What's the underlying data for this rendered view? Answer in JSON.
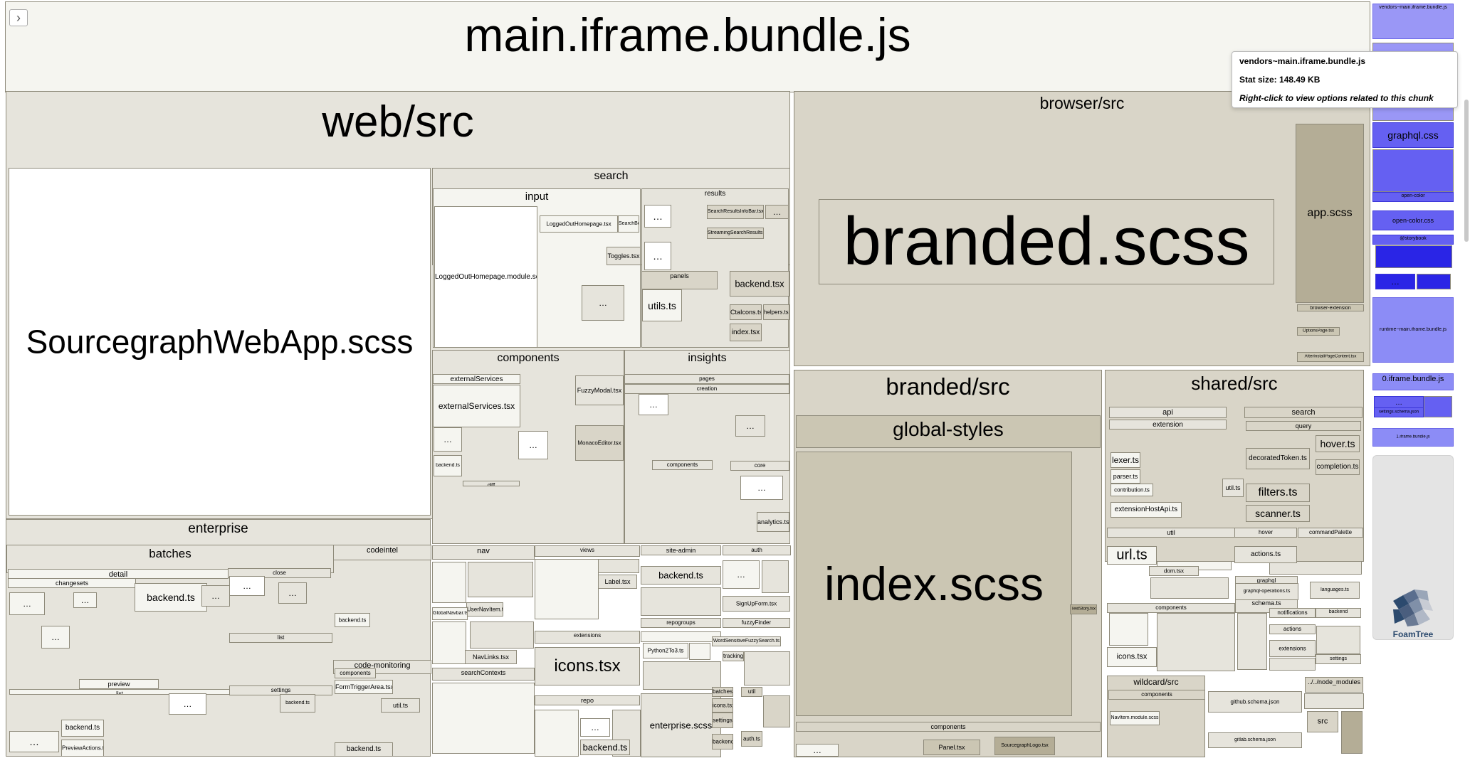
{
  "page": {
    "toggle_symbol": "›",
    "foamtree_label": "FoamTree"
  },
  "colors": {
    "root": "#f5f5f0",
    "tan1": "#e6e4dc",
    "tan2": "#d9d5c8",
    "tan3": "#cbc6b3",
    "tan4": "#b4ad96",
    "white": "#ffffff",
    "vendor_light": "#9a97f6",
    "vendor": "#6560f2",
    "vendor_dark": "#2a25e6",
    "runtime": "#8c8cf6"
  },
  "tooltip": {
    "title": "vendors~main.iframe.bundle.js",
    "size": "Stat size: 148.49 KB",
    "hint": "Right-click to view options related to this chunk"
  },
  "treemap": [
    {
      "label": "main.iframe.bundle.js",
      "pos": "t",
      "fs": 66,
      "bg": "root"
    },
    {
      "label": "web/src",
      "pos": "t",
      "fs": 62,
      "bg": "tan1"
    },
    {
      "label": "SourcegraphWebApp.scss",
      "pos": "c",
      "fs": 46,
      "bg": "white"
    },
    {
      "label": "search",
      "pos": "t",
      "fs": 16,
      "bg": "tan1"
    },
    {
      "label": "input",
      "pos": "t",
      "fs": 15,
      "bg": "root"
    },
    {
      "label": "LoggedOutHomepage.module.scss",
      "pos": "c",
      "fs": 10,
      "bg": "white"
    },
    {
      "label": "LoggedOutHomepage.tsx",
      "pos": "c",
      "fs": 8,
      "bg": "root"
    },
    {
      "label": "SearchBox.module.scss",
      "pos": "c",
      "fs": 7,
      "bg": "root"
    },
    {
      "label": "Toggles.tsx",
      "pos": "c",
      "fs": 9,
      "bg": "tan1"
    },
    {
      "label": "…",
      "pos": "c",
      "fs": 12,
      "bg": "tan1"
    },
    {
      "label": "results",
      "pos": "t",
      "fs": 10,
      "bg": "tan1"
    },
    {
      "label": "…",
      "pos": "c",
      "fs": 14,
      "bg": "white"
    },
    {
      "label": "SearchResultsInfoBar.tsx",
      "pos": "c",
      "fs": 7,
      "bg": "tan2"
    },
    {
      "label": "…",
      "pos": "c",
      "fs": 12,
      "bg": "tan2"
    },
    {
      "label": "StreamingSearchResults.tsx",
      "pos": "c",
      "fs": 7,
      "bg": "tan2"
    },
    {
      "label": "…",
      "pos": "c",
      "fs": 14,
      "bg": "white"
    },
    {
      "label": "panels",
      "pos": "t",
      "fs": 9,
      "bg": "tan2"
    },
    {
      "label": "utils.ts",
      "pos": "c",
      "fs": 14,
      "bg": "root"
    },
    {
      "label": "backend.tsx",
      "pos": "c",
      "fs": 13,
      "bg": "tan2"
    },
    {
      "label": "CtaIcons.tsx",
      "pos": "c",
      "fs": 9,
      "bg": "tan2"
    },
    {
      "label": "helpers.tsx",
      "pos": "c",
      "fs": 8,
      "bg": "tan2"
    },
    {
      "label": "index.tsx",
      "pos": "c",
      "fs": 10,
      "bg": "tan2"
    },
    {
      "label": "components",
      "pos": "t",
      "fs": 16,
      "bg": "tan1"
    },
    {
      "label": "externalServices",
      "pos": "t",
      "fs": 10,
      "bg": "root"
    },
    {
      "label": "externalServices.tsx",
      "pos": "c",
      "fs": 12,
      "bg": "root"
    },
    {
      "label": "…",
      "pos": "c",
      "fs": 12,
      "bg": "root"
    },
    {
      "label": "backend.ts",
      "pos": "c",
      "fs": 7,
      "bg": "root"
    },
    {
      "label": "FuzzyModal.tsx",
      "pos": "c",
      "fs": 9,
      "bg": "tan1"
    },
    {
      "label": "MonacoEditor.tsx",
      "pos": "c",
      "fs": 8,
      "bg": "tan2"
    },
    {
      "label": "…",
      "pos": "c",
      "fs": 12,
      "bg": "white"
    },
    {
      "label": "diff",
      "pos": "t",
      "fs": 8,
      "bg": "tan1"
    },
    {
      "label": "insights",
      "pos": "t",
      "fs": 16,
      "bg": "tan1"
    },
    {
      "label": "pages",
      "pos": "t",
      "fs": 8,
      "bg": "tan1"
    },
    {
      "label": "creation",
      "pos": "t",
      "fs": 8,
      "bg": "tan1"
    },
    {
      "label": "…",
      "pos": "c",
      "fs": 12,
      "bg": "white"
    },
    {
      "label": "…",
      "pos": "c",
      "fs": 12,
      "bg": "tan1"
    },
    {
      "label": "components",
      "pos": "t",
      "fs": 8,
      "bg": "tan1"
    },
    {
      "label": "core",
      "pos": "t",
      "fs": 8,
      "bg": "tan1"
    },
    {
      "label": "analytics.ts",
      "pos": "c",
      "fs": 9,
      "bg": "tan1"
    },
    {
      "label": "…",
      "pos": "c",
      "fs": 12,
      "bg": "white"
    },
    {
      "label": "enterprise",
      "pos": "t",
      "fs": 19,
      "bg": "tan1"
    },
    {
      "label": "batches",
      "pos": "t",
      "fs": 17,
      "bg": "tan1"
    },
    {
      "label": "detail",
      "pos": "t",
      "fs": 11,
      "bg": "root"
    },
    {
      "label": "changesets",
      "pos": "t",
      "fs": 9,
      "bg": "root"
    },
    {
      "label": "…",
      "pos": "c",
      "fs": 12,
      "bg": "root"
    },
    {
      "label": "…",
      "pos": "c",
      "fs": 12,
      "bg": "root"
    },
    {
      "label": "…",
      "pos": "c",
      "fs": 12,
      "bg": "root"
    },
    {
      "label": "backend.ts",
      "pos": "c",
      "fs": 14,
      "bg": "root"
    },
    {
      "label": "…",
      "pos": "c",
      "fs": 12,
      "bg": "tan1"
    },
    {
      "label": "close",
      "pos": "t",
      "fs": 8,
      "bg": "tan1"
    },
    {
      "label": "…",
      "pos": "c",
      "fs": 12,
      "bg": "white"
    },
    {
      "label": "…",
      "pos": "c",
      "fs": 12,
      "bg": "tan1"
    },
    {
      "label": "list",
      "pos": "t",
      "fs": 8,
      "bg": "tan1"
    },
    {
      "label": "preview",
      "pos": "t",
      "fs": 9,
      "bg": "root"
    },
    {
      "label": "list",
      "pos": "t",
      "fs": 8,
      "bg": "root"
    },
    {
      "label": "…",
      "pos": "c",
      "fs": 14,
      "bg": "root"
    },
    {
      "label": "backend.ts",
      "pos": "c",
      "fs": 10,
      "bg": "root"
    },
    {
      "label": "PreviewActions.tsx",
      "pos": "c",
      "fs": 8,
      "bg": "root"
    },
    {
      "label": "…",
      "pos": "c",
      "fs": 12,
      "bg": "white"
    },
    {
      "label": "settings",
      "pos": "t",
      "fs": 8,
      "bg": "tan1"
    },
    {
      "label": "backend.ts",
      "pos": "c",
      "fs": 7,
      "bg": "tan1"
    },
    {
      "label": "codeintel",
      "pos": "t",
      "fs": 11,
      "bg": "tan1"
    },
    {
      "label": "backend.ts",
      "pos": "c",
      "fs": 8,
      "bg": "root"
    },
    {
      "label": "code-monitoring",
      "pos": "t",
      "fs": 11,
      "bg": "tan1"
    },
    {
      "label": "components",
      "pos": "t",
      "fs": 8,
      "bg": "tan1"
    },
    {
      "label": "FormTriggerArea.tsx",
      "pos": "c",
      "fs": 9,
      "bg": "root"
    },
    {
      "label": "util.ts",
      "pos": "c",
      "fs": 9,
      "bg": "tan1"
    },
    {
      "label": "backend.ts",
      "pos": "c",
      "fs": 10,
      "bg": "tan1"
    },
    {
      "label": "nav",
      "pos": "t",
      "fs": 11,
      "bg": "tan1"
    },
    {
      "label": "UserNavItem.tsx",
      "pos": "c",
      "fs": 8,
      "bg": "tan1"
    },
    {
      "label": "NavLinks.tsx",
      "pos": "c",
      "fs": 9,
      "bg": "tan1"
    },
    {
      "label": "GlobalNavbar.tsx",
      "pos": "c",
      "fs": 7,
      "bg": "root"
    },
    {
      "label": "searchContexts",
      "pos": "t",
      "fs": 9,
      "bg": "tan1"
    },
    {
      "label": "views",
      "pos": "t",
      "fs": 8,
      "bg": "tan1"
    },
    {
      "label": "Label.tsx",
      "pos": "c",
      "fs": 9,
      "bg": "tan1"
    },
    {
      "label": "extensions",
      "pos": "t",
      "fs": 8,
      "bg": "tan1"
    },
    {
      "label": "icons.tsx",
      "pos": "c",
      "fs": 24,
      "bg": "tan1"
    },
    {
      "label": "repo",
      "pos": "t",
      "fs": 9,
      "bg": "tan1"
    },
    {
      "label": "…",
      "pos": "c",
      "fs": 12,
      "bg": "white"
    },
    {
      "label": "backend.ts",
      "pos": "c",
      "fs": 13,
      "bg": "tan1"
    },
    {
      "label": "site-admin",
      "pos": "t",
      "fs": 9,
      "bg": "tan1"
    },
    {
      "label": "backend.ts",
      "pos": "c",
      "fs": 13,
      "bg": "tan1"
    },
    {
      "label": "auth",
      "pos": "t",
      "fs": 8,
      "bg": "tan1"
    },
    {
      "label": "…",
      "pos": "c",
      "fs": 12,
      "bg": "root"
    },
    {
      "label": "SignUpForm.tsx",
      "pos": "c",
      "fs": 8,
      "bg": "tan1"
    },
    {
      "label": "repogroups",
      "pos": "t",
      "fs": 8,
      "bg": "tan1"
    },
    {
      "label": "Python2To3.ts",
      "pos": "c",
      "fs": 8,
      "bg": "root"
    },
    {
      "label": "fuzzyFinder",
      "pos": "t",
      "fs": 8,
      "bg": "tan1"
    },
    {
      "label": "WordSensitiveFuzzySearch.ts",
      "pos": "c",
      "fs": 7,
      "bg": "tan1"
    },
    {
      "label": "tracking",
      "pos": "t",
      "fs": 8,
      "bg": "tan1"
    },
    {
      "label": "enterprise.scss",
      "pos": "c",
      "fs": 13,
      "bg": "tan1"
    },
    {
      "label": "batches",
      "pos": "t",
      "fs": 8,
      "bg": "tan2"
    },
    {
      "label": "icons.tsx",
      "pos": "c",
      "fs": 8,
      "bg": "tan2"
    },
    {
      "label": "settings",
      "pos": "c",
      "fs": 8,
      "bg": "tan2"
    },
    {
      "label": "backend",
      "pos": "c",
      "fs": 8,
      "bg": "tan2"
    },
    {
      "label": "util",
      "pos": "t",
      "fs": 8,
      "bg": "tan2"
    },
    {
      "label": "auth.ts",
      "pos": "c",
      "fs": 8,
      "bg": "tan2"
    },
    {
      "label": "browser/src",
      "pos": "t",
      "fs": 23,
      "bg": "tan2"
    },
    {
      "label": "branded.scss",
      "pos": "c",
      "fs": 96,
      "bg": "tan2"
    },
    {
      "label": "app.scss",
      "pos": "c",
      "fs": 16,
      "bg": "tan4"
    },
    {
      "label": "browser-extension",
      "pos": "t",
      "fs": 7,
      "bg": "tan3"
    },
    {
      "label": "OptionsPage.tsx",
      "pos": "c",
      "fs": 6,
      "bg": "tan3"
    },
    {
      "label": "AfterInstallPageContent.tsx",
      "pos": "c",
      "fs": 6,
      "bg": "tan3"
    },
    {
      "label": "branded/src",
      "pos": "t",
      "fs": 33,
      "bg": "tan2"
    },
    {
      "label": "global-styles",
      "pos": "t",
      "fs": 28,
      "bg": "tan3"
    },
    {
      "label": "index.scss",
      "pos": "c",
      "fs": 66,
      "bg": "tan3"
    },
    {
      "label": "TextStory.tsx",
      "pos": "c",
      "fs": 6,
      "bg": "tan4"
    },
    {
      "label": "components",
      "pos": "t",
      "fs": 9,
      "bg": "tan2"
    },
    {
      "label": "…",
      "pos": "c",
      "fs": 12,
      "bg": "root"
    },
    {
      "label": "Panel.tsx",
      "pos": "c",
      "fs": 9,
      "bg": "tan3"
    },
    {
      "label": "SourcegraphLogo.tsx",
      "pos": "c",
      "fs": 7,
      "bg": "tan4"
    },
    {
      "label": "shared/src",
      "pos": "t",
      "fs": 26,
      "bg": "tan2"
    },
    {
      "label": "api",
      "pos": "t",
      "fs": 11,
      "bg": "tan1"
    },
    {
      "label": "extension",
      "pos": "t",
      "fs": 10,
      "bg": "tan1"
    },
    {
      "label": "lexer.ts",
      "pos": "c",
      "fs": 12,
      "bg": "root"
    },
    {
      "label": "parser.ts",
      "pos": "c",
      "fs": 9,
      "bg": "root"
    },
    {
      "label": "contribution.ts",
      "pos": "c",
      "fs": 8,
      "bg": "root"
    },
    {
      "label": "extensionHostApi.ts",
      "pos": "c",
      "fs": 10,
      "bg": "root"
    },
    {
      "label": "util.ts",
      "pos": "c",
      "fs": 9,
      "bg": "tan1"
    },
    {
      "label": "search",
      "pos": "t",
      "fs": 11,
      "bg": "tan2"
    },
    {
      "label": "query",
      "pos": "t",
      "fs": 9,
      "bg": "tan2"
    },
    {
      "label": "decoratedToken.ts",
      "pos": "c",
      "fs": 10,
      "bg": "tan2"
    },
    {
      "label": "filters.ts",
      "pos": "c",
      "fs": 16,
      "bg": "tan2"
    },
    {
      "label": "scanner.ts",
      "pos": "c",
      "fs": 14,
      "bg": "tan2"
    },
    {
      "label": "hover.ts",
      "pos": "c",
      "fs": 14,
      "bg": "tan2"
    },
    {
      "label": "completion.ts",
      "pos": "c",
      "fs": 10,
      "bg": "tan2"
    },
    {
      "label": "util",
      "pos": "t",
      "fs": 9,
      "bg": "tan1"
    },
    {
      "label": "url.ts",
      "pos": "c",
      "fs": 20,
      "bg": "root"
    },
    {
      "label": "dom.tsx",
      "pos": "c",
      "fs": 8,
      "bg": "tan1"
    },
    {
      "label": "hover",
      "pos": "t",
      "fs": 8,
      "bg": "tan1"
    },
    {
      "label": "actions.ts",
      "pos": "c",
      "fs": 10,
      "bg": "tan1"
    },
    {
      "label": "commandPalette",
      "pos": "t",
      "fs": 8,
      "bg": "tan1"
    },
    {
      "label": "components",
      "pos": "t",
      "fs": 8,
      "bg": "tan1"
    },
    {
      "label": "icons.tsx",
      "pos": "c",
      "fs": 11,
      "bg": "root"
    },
    {
      "label": "graphql",
      "pos": "t",
      "fs": 8,
      "bg": "tan1"
    },
    {
      "label": "schema.ts",
      "pos": "c",
      "fs": 9,
      "bg": "tan1"
    },
    {
      "label": "graphql-operations.ts",
      "pos": "c",
      "fs": 7,
      "bg": "tan1"
    },
    {
      "label": "languages.ts",
      "pos": "c",
      "fs": 7,
      "bg": "tan1"
    },
    {
      "label": "notifications",
      "pos": "t",
      "fs": 8,
      "bg": "tan1"
    },
    {
      "label": "actions",
      "pos": "t",
      "fs": 8,
      "bg": "tan1"
    },
    {
      "label": "extensions",
      "pos": "c",
      "fs": 8,
      "bg": "tan1"
    },
    {
      "label": "backend",
      "pos": "t",
      "fs": 7,
      "bg": "tan1"
    },
    {
      "label": "settings",
      "pos": "c",
      "fs": 7,
      "bg": "tan1"
    },
    {
      "label": "wildcard/src",
      "pos": "t",
      "fs": 12,
      "bg": "tan2"
    },
    {
      "label": "components",
      "pos": "t",
      "fs": 8,
      "bg": "tan2"
    },
    {
      "label": "NavItem.module.scss",
      "pos": "c",
      "fs": 7,
      "bg": "root"
    },
    {
      "label": "github.schema.json",
      "pos": "c",
      "fs": 8,
      "bg": "tan1"
    },
    {
      "label": "gitlab.schema.json",
      "pos": "c",
      "fs": 7,
      "bg": "tan1"
    },
    {
      "label": "../../node_modules",
      "pos": "t",
      "fs": 9,
      "bg": "tan2"
    },
    {
      "label": "src",
      "pos": "c",
      "fs": 11,
      "bg": "tan2"
    },
    {
      "label": "vendors~main.iframe.bundle.js",
      "pos": "t",
      "fs": 7,
      "bg": "vendor_light"
    },
    {
      "label": "graphql.css",
      "pos": "c",
      "fs": 14,
      "bg": "vendor"
    },
    {
      "label": "open-color",
      "pos": "t",
      "fs": 7,
      "bg": "vendor"
    },
    {
      "label": "open-color.css",
      "pos": "c",
      "fs": 9,
      "bg": "vendor"
    },
    {
      "label": "@storybook",
      "pos": "t",
      "fs": 7,
      "bg": "vendor"
    },
    {
      "label": "…",
      "pos": "c",
      "fs": 12,
      "bg": "vendor_dark"
    },
    {
      "label": "runtime~main.iframe.bundle.js",
      "pos": "c",
      "fs": 7,
      "bg": "runtime"
    },
    {
      "label": "0.iframe.bundle.js",
      "pos": "t",
      "fs": 11,
      "bg": "runtime"
    },
    {
      "label": "…",
      "pos": "c",
      "fs": 10,
      "bg": "vendor"
    },
    {
      "label": "settings.schema.json",
      "pos": "c",
      "fs": 6,
      "bg": "vendor"
    },
    {
      "label": "1.iframe.bundle.js",
      "pos": "c",
      "fs": 6,
      "bg": "runtime"
    }
  ]
}
